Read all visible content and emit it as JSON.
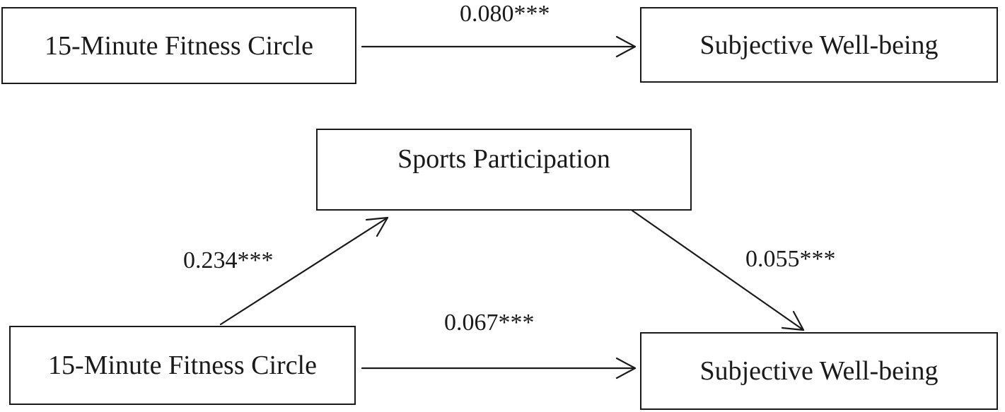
{
  "total_effect": {
    "predictor": "15-Minute Fitness Circle",
    "outcome": "Subjective Well-being",
    "path_c": "0.080***"
  },
  "mediation_model": {
    "mediator": "Sports Participation",
    "predictor": "15-Minute Fitness Circle",
    "outcome": "Subjective Well-being",
    "path_a": "0.234***",
    "path_b": "0.055***",
    "path_c_prime": "0.067***"
  }
}
